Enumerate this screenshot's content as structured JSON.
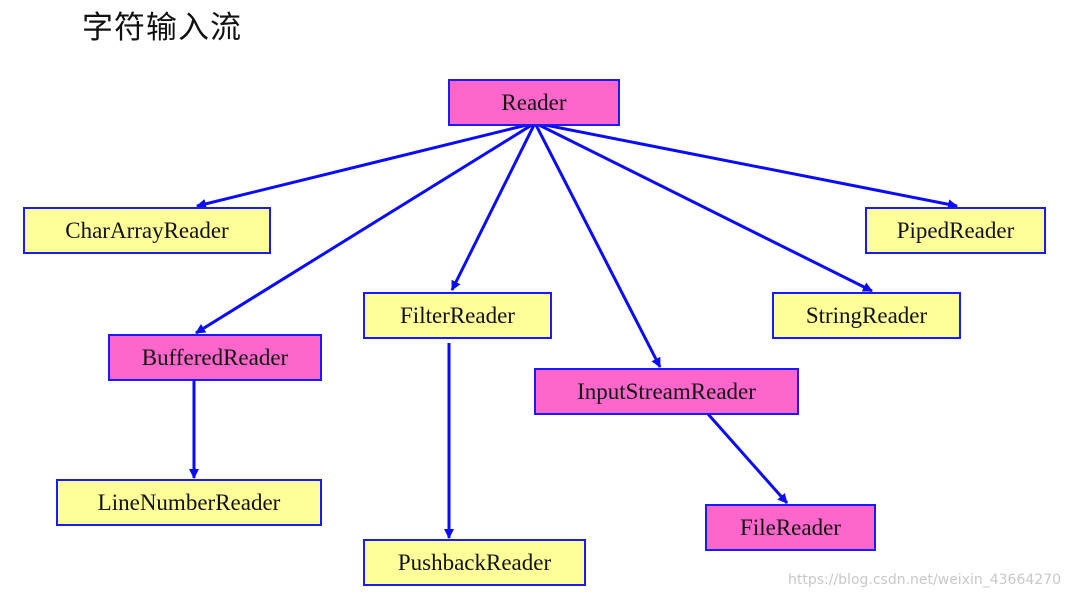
{
  "title": "字符输入流",
  "colors": {
    "abstract": "#ff66cc",
    "concrete": "#ffff99",
    "border": "#1a1aff",
    "arrow": "#0a0aff"
  },
  "nodes": {
    "reader": {
      "label": "Reader",
      "kind": "abstract"
    },
    "char_array_reader": {
      "label": "CharArrayReader",
      "kind": "concrete"
    },
    "piped_reader": {
      "label": "PipedReader",
      "kind": "concrete"
    },
    "buffered_reader": {
      "label": "BufferedReader",
      "kind": "abstract"
    },
    "filter_reader": {
      "label": "FilterReader",
      "kind": "concrete"
    },
    "string_reader": {
      "label": "StringReader",
      "kind": "concrete"
    },
    "input_stream_reader": {
      "label": "InputStreamReader",
      "kind": "abstract"
    },
    "line_number_reader": {
      "label": "LineNumberReader",
      "kind": "concrete"
    },
    "pushback_reader": {
      "label": "PushbackReader",
      "kind": "concrete"
    },
    "file_reader": {
      "label": "FileReader",
      "kind": "abstract"
    }
  },
  "edges": [
    {
      "from": "reader",
      "to": "char_array_reader"
    },
    {
      "from": "reader",
      "to": "buffered_reader"
    },
    {
      "from": "reader",
      "to": "filter_reader"
    },
    {
      "from": "reader",
      "to": "input_stream_reader"
    },
    {
      "from": "reader",
      "to": "string_reader"
    },
    {
      "from": "reader",
      "to": "piped_reader"
    },
    {
      "from": "buffered_reader",
      "to": "line_number_reader"
    },
    {
      "from": "filter_reader",
      "to": "pushback_reader"
    },
    {
      "from": "input_stream_reader",
      "to": "file_reader"
    }
  ],
  "watermark": "https://blog.csdn.net/weixin_43664270"
}
